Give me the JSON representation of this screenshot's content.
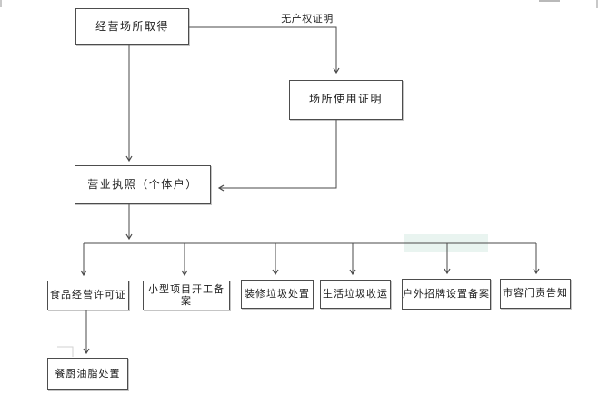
{
  "flowchart": {
    "nodes": {
      "premises": "经营场所取得",
      "usage_cert": "场所使用证明",
      "license": "营业执照（个体户）",
      "food_permit": "食品经营许可证",
      "small_project": "小型项目开工备案",
      "renovation_waste": "装修垃圾处置",
      "domestic_waste": "生活垃圾收运",
      "signboard": "户外招牌设置备案",
      "city_appearance": "市容门责告知",
      "kitchen_grease": "餐厨油脂处置"
    },
    "edge_label": "无产权证明",
    "colors": {
      "line": "#4a4a4a",
      "box_border": "#4d4d4d",
      "text": "#1c1c1c",
      "highlight_artifact": "#e9f4f0",
      "scan_mark": "#b9b9b9"
    }
  }
}
